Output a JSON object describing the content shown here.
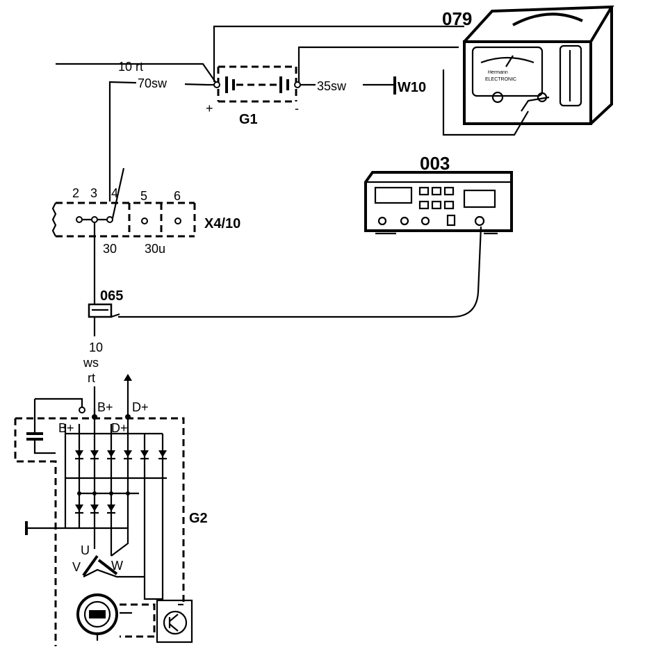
{
  "labels": {
    "tester_079": "079",
    "battery_g1": "G1",
    "wire_10rt": "10 rt",
    "wire_70sw": "70sw",
    "wire_35sw": "35sw",
    "pole_plus": "+",
    "pole_minus": "-",
    "ground_w10": "W10",
    "meter_003": "003",
    "strip_x4_10": "X4/10",
    "terminal_2": "2",
    "terminal_3": "3",
    "terminal_4": "4",
    "terminal_5": "5",
    "terminal_6": "6",
    "term_30": "30",
    "term_30u": "30u",
    "probe_065": "065",
    "wire_10": "10",
    "wire_ws": "ws",
    "wire_rt": "rt",
    "alt_b_plus_out": "B+",
    "alt_d_plus_out": "D+",
    "alt_b_plus_in": "B+",
    "alt_d_plus_in": "D+",
    "alternator_g2": "G2",
    "phase_u": "U",
    "phase_v": "V",
    "phase_w": "W",
    "tester_brand": "Hermann",
    "tester_brand2": "ELECTRONIC"
  }
}
